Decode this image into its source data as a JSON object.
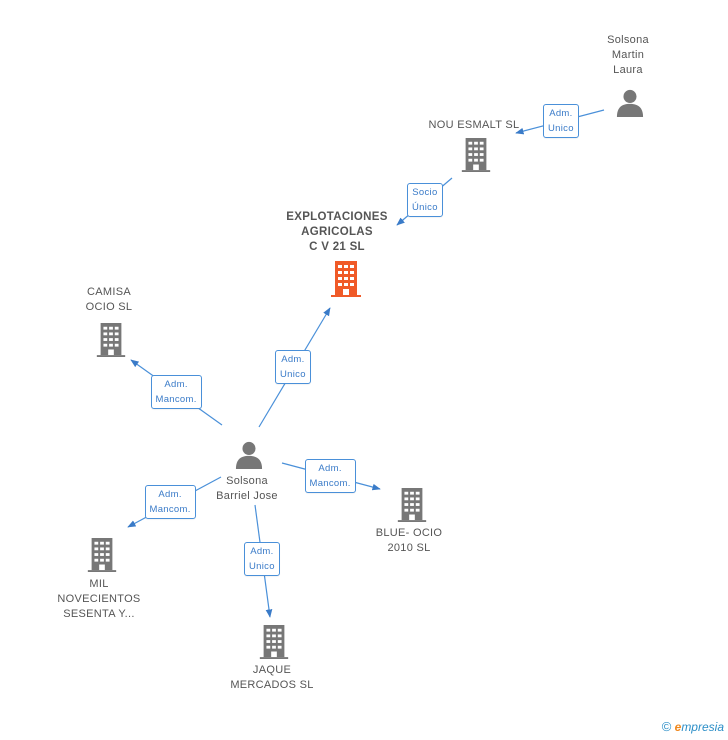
{
  "nodes": [
    {
      "id": "explotaciones",
      "label": "EXPLOTACIONES\nAGRICOLAS\nC V 21 SL",
      "type": "company",
      "focus": true
    },
    {
      "id": "nou-esmalt",
      "label": "NOU ESMALT SL",
      "type": "company",
      "focus": false
    },
    {
      "id": "solsona-martin",
      "label": "Solsona\nMartin\nLaura",
      "type": "person",
      "focus": false
    },
    {
      "id": "camisa",
      "label": "CAMISA\nOCIO SL",
      "type": "company",
      "focus": false
    },
    {
      "id": "solsona-barriel",
      "label": "Solsona\nBarriel Jose",
      "type": "person",
      "focus": false
    },
    {
      "id": "blue-ocio",
      "label": "BLUE- OCIO\n2010 SL",
      "type": "company",
      "focus": false
    },
    {
      "id": "mil-novecientos",
      "label": "MIL\nNOVECIENTOS\nSESENTA Y...",
      "type": "company",
      "focus": false
    },
    {
      "id": "jaque",
      "label": "JAQUE\nMERCADOS SL",
      "type": "company",
      "focus": false
    }
  ],
  "edges": [
    {
      "from": "solsona-martin",
      "to": "nou-esmalt",
      "label": "Adm.\nUnico"
    },
    {
      "from": "nou-esmalt",
      "to": "explotaciones",
      "label": "Socio\nÚnico"
    },
    {
      "from": "solsona-barriel",
      "to": "explotaciones",
      "label": "Adm.\nUnico"
    },
    {
      "from": "solsona-barriel",
      "to": "camisa",
      "label": "Adm.\nMancom."
    },
    {
      "from": "solsona-barriel",
      "to": "blue-ocio",
      "label": "Adm.\nMancom."
    },
    {
      "from": "solsona-barriel",
      "to": "mil-novecientos",
      "label": "Adm.\nMancom."
    },
    {
      "from": "solsona-barriel",
      "to": "jaque",
      "label": "Adm.\nUnico"
    }
  ],
  "colors": {
    "focus_company": "#f05a28",
    "company": "#777777",
    "person": "#777777",
    "edge": "#4a90d9"
  },
  "footer": {
    "copyright": "©",
    "brand_initial": "e",
    "brand_rest": "mpresia"
  }
}
